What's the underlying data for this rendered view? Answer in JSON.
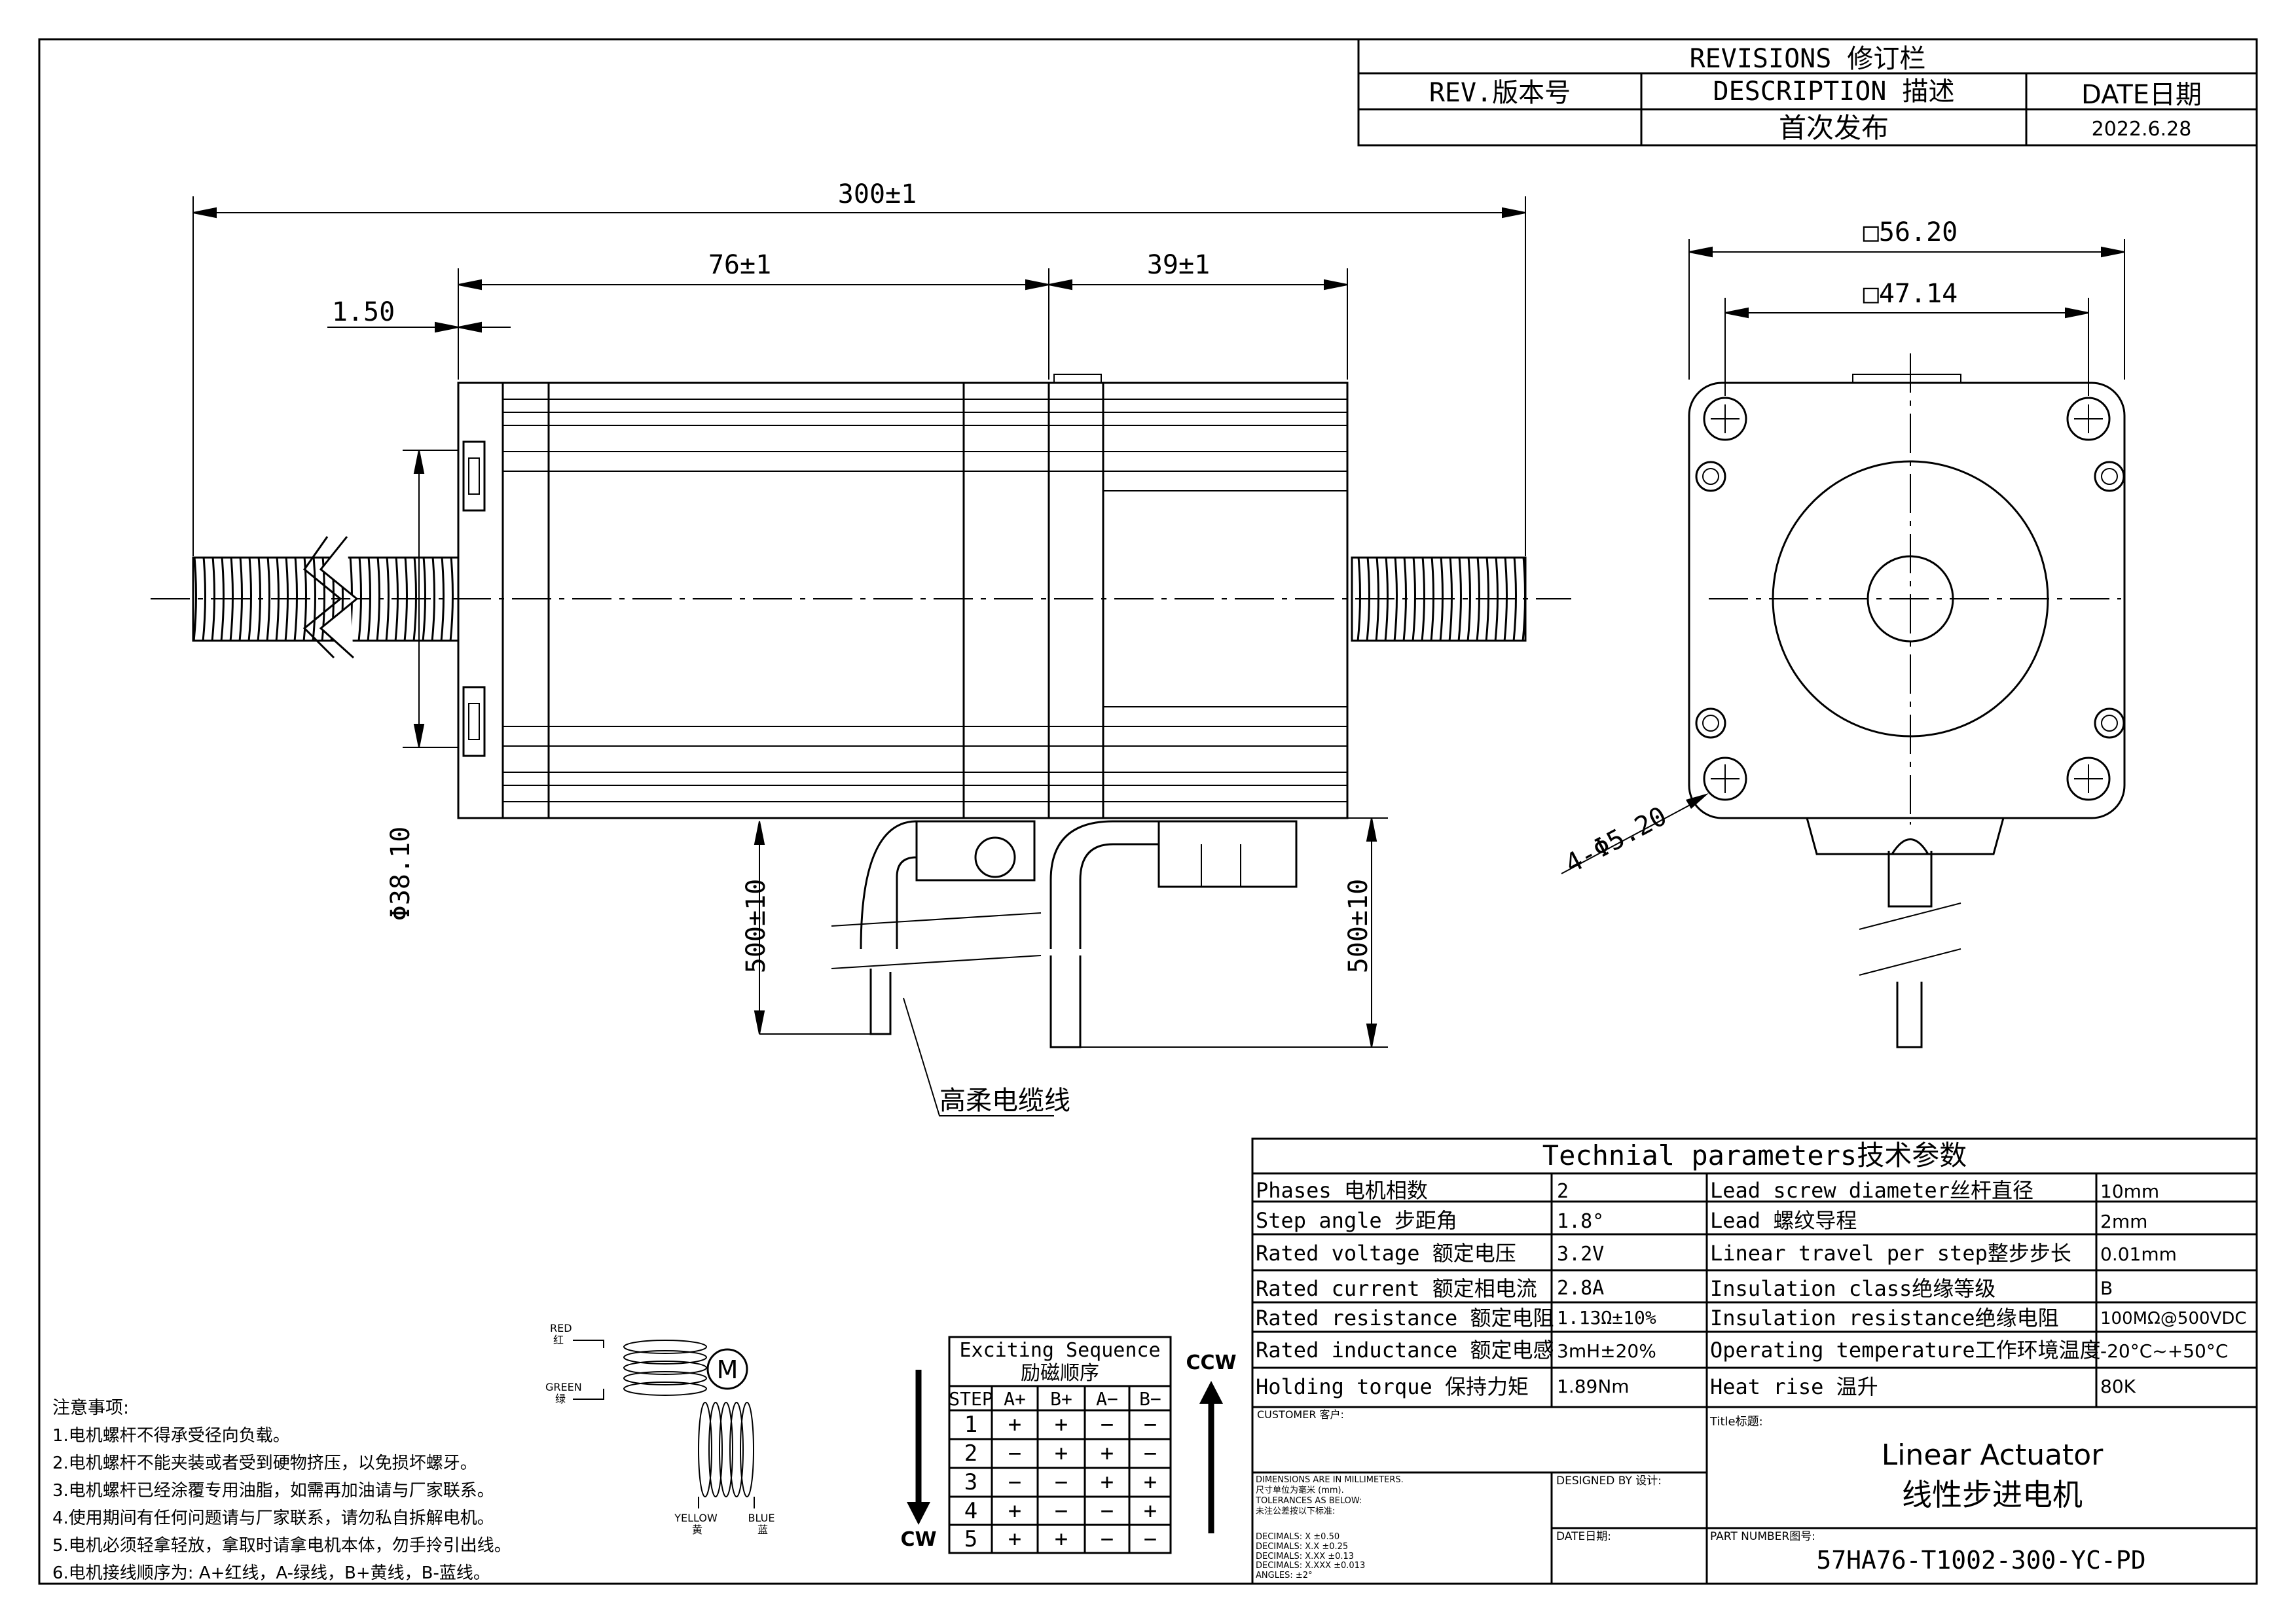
{
  "revisions": {
    "title": "REVISIONS 修订栏",
    "col_rev": "REV.版本号",
    "col_desc": "DESCRIPTION 描述",
    "col_date": "DATE日期",
    "rows": [
      {
        "rev": "",
        "desc": "首次发布",
        "date": "2022.6.28"
      }
    ]
  },
  "dimensions": {
    "overall_length": "300±1",
    "body_length": "76±1",
    "rear_length": "39±1",
    "flange": "1.50",
    "pilot_dia": "Φ38.10",
    "lead_left": "500±10",
    "lead_right": "500±10",
    "square_outer": "□56.20",
    "square_hole": "□47.14",
    "holes": "4-Φ5.20",
    "cable_note": "高柔电缆线"
  },
  "wiring": {
    "red": "RED",
    "red_cn": "红",
    "green": "GREEN",
    "green_cn": "绿",
    "yellow": "YELLOW",
    "yellow_cn": "黄",
    "blue": "BLUE",
    "blue_cn": "蓝",
    "motor": "M"
  },
  "sequence": {
    "title_en": "Exciting Sequence",
    "title_cn": "励磁顺序",
    "headers": [
      "STEP",
      "A+",
      "B+",
      "A−",
      "B−"
    ],
    "rows": [
      [
        "1",
        "+",
        "+",
        "−",
        "−"
      ],
      [
        "2",
        "−",
        "+",
        "+",
        "−"
      ],
      [
        "3",
        "−",
        "−",
        "+",
        "+"
      ],
      [
        "4",
        "+",
        "−",
        "−",
        "+"
      ],
      [
        "5",
        "+",
        "+",
        "−",
        "−"
      ]
    ],
    "ccw": "CCW",
    "cw": "CW"
  },
  "notes": {
    "title": "注意事项:",
    "items": [
      "1.电机螺杆不得承受径向负载。",
      "2.电机螺杆不能夹装或者受到硬物挤压，以免损坏螺牙。",
      "3.电机螺杆已经涂覆专用油脂，如需再加油请与厂家联系。",
      "4.使用期间有任何问题请与厂家联系，请勿私自拆解电机。",
      "5.电机必须轻拿轻放，拿取时请拿电机本体，勿手拎引出线。",
      "6.电机接线顺序为: A+红线，A-绿线，B+黄线，B-蓝线。"
    ]
  },
  "params": {
    "title": "Technial parameters技术参数",
    "rows": [
      [
        "Phases 电机相数",
        "2",
        "Lead screw diameter丝杆直径",
        "10mm"
      ],
      [
        "Step angle 步距角",
        "1.8°",
        "Lead 螺纹导程",
        "2mm"
      ],
      [
        "Rated voltage 额定电压",
        "3.2V",
        "Linear travel per step整步步长",
        "0.01mm"
      ],
      [
        "Rated current 额定相电流",
        "2.8A",
        "Insulation class绝缘等级",
        "B"
      ],
      [
        "Rated resistance 额定电阻",
        "1.13Ω±10%",
        "Insulation resistance绝缘电阻",
        "100MΩ@500VDC"
      ],
      [
        "Rated inductance 额定电感",
        "3mH±20%",
        "Operating temperature工作环境温度",
        "-20°C~+50°C"
      ],
      [
        "Holding torque 保持力矩",
        "1.89Nm",
        "Heat rise 温升",
        "80K"
      ]
    ]
  },
  "titleblock": {
    "customer": "CUSTOMER 客户:",
    "title_label": "Title标题:",
    "title_en": "Linear Actuator",
    "title_cn": "线性步进电机",
    "dims_note": [
      "DIMENSIONS ARE IN MILLIMETERS.",
      "尺寸单位为毫米 (mm).",
      "TOLERANCES AS BELOW:",
      "未注公差按以下标准:"
    ],
    "tolerances": [
      "DECIMALS: X     ±0.50",
      "DECIMALS: X.X   ±0.25",
      "DECIMALS: X.XX  ±0.13",
      "DECIMALS: X.XXX ±0.013",
      "ANGLES:  ±2°"
    ],
    "designed": "DESIGNED BY 设计:",
    "date": "DATE日期:",
    "part_label": "PART NUMBER图号:",
    "part_number": "57HA76-T1002-300-YC-PD"
  }
}
